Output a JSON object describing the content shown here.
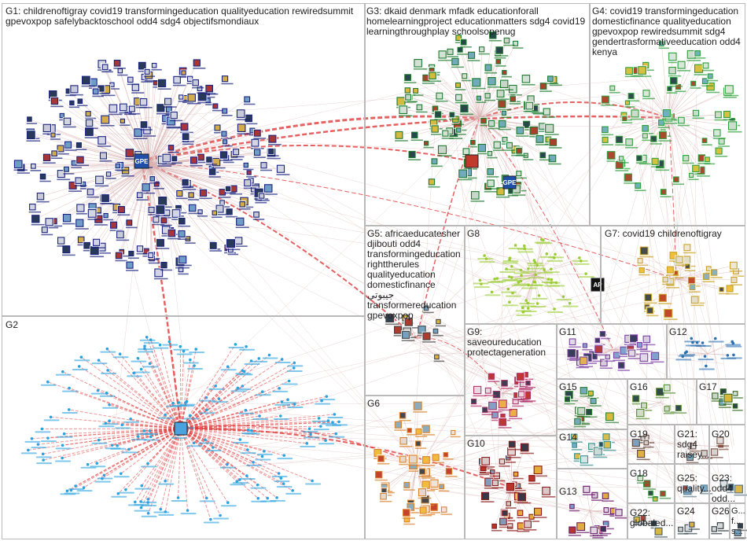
{
  "groups": [
    {
      "id": "G1",
      "title": "G1: childrenoftigray covid19 transformingeducation qualityeducation rewiredsummit gpevoxpop safelybacktoschool odd4 sdg4 objectifsmondiaux",
      "color": "#1a237e"
    },
    {
      "id": "G2",
      "title": "G2",
      "color": "#29a3e0"
    },
    {
      "id": "G3",
      "title": "G3: dkaid denmark mfadk educationforall homelearningproject educationmatters sdg4 covid19 learningthroughplay schoolsopenug",
      "color": "#1b7a2c"
    },
    {
      "id": "G4",
      "title": "G4: covid19 transformingeducation domesticfinance qualityeducation gpevoxpop rewiredsummit sdg4 gendertrasformativeeducation odd4 kenya",
      "color": "#2e9e3a"
    },
    {
      "id": "G5",
      "title": "G5: africaeducatesher djibouti odd4 transformingeducation righttherules qualityeducation domesticfinance جيبوتي transformereducation gpevoxpop",
      "color": "#444444"
    },
    {
      "id": "G6",
      "title": "G6",
      "color": "#d9822b"
    },
    {
      "id": "G7",
      "title": "G7: covid19 childrenoftigray",
      "color": "#c9a227"
    },
    {
      "id": "G8",
      "title": "G8",
      "color": "#9acd32"
    },
    {
      "id": "G9",
      "title": "G9: saveoureducation protectageneration",
      "color": "#b0306a"
    },
    {
      "id": "G10",
      "title": "G10",
      "color": "#8b1a1a"
    },
    {
      "id": "G11",
      "title": "G11",
      "color": "#7b3fa0"
    },
    {
      "id": "G12",
      "title": "G12",
      "color": "#2a6fb0"
    },
    {
      "id": "G13",
      "title": "G13",
      "color": "#6a1b6a"
    },
    {
      "id": "G14",
      "title": "G14",
      "color": "#3a8f8f"
    },
    {
      "id": "G15",
      "title": "G15",
      "color": "#2e7d32"
    },
    {
      "id": "G16",
      "title": "G16",
      "color": "#558b2f"
    },
    {
      "id": "G17",
      "title": "G17",
      "color": "#33691e"
    },
    {
      "id": "G18",
      "title": "G18",
      "color": "#388e3c"
    },
    {
      "id": "G19",
      "title": "G19",
      "color": "#5d4037"
    },
    {
      "id": "G20",
      "title": "G20",
      "color": "#795548"
    },
    {
      "id": "G21",
      "title": "G21: sdg4 raisey...",
      "color": "#6d4c41"
    },
    {
      "id": "G22",
      "title": "G22: globaled...",
      "color": "#455a64"
    },
    {
      "id": "G23",
      "title": "G23: odd4 odd...",
      "color": "#546e7a"
    },
    {
      "id": "G24",
      "title": "G24",
      "color": "#37474f"
    },
    {
      "id": "G25",
      "title": "G25: quality...",
      "color": "#607d8b"
    },
    {
      "id": "G26",
      "title": "G26",
      "color": "#263238"
    },
    {
      "id": "G27",
      "title": "G... f... s...",
      "color": "#424242"
    }
  ],
  "hub_labels": {
    "g1_hub": "GPE",
    "g3_hub": "GPE",
    "g7_hub": "AP"
  },
  "colors": {
    "edge": "#e03a3a",
    "edge_light": "#d9b3b3",
    "box": "#b9b9b9"
  }
}
